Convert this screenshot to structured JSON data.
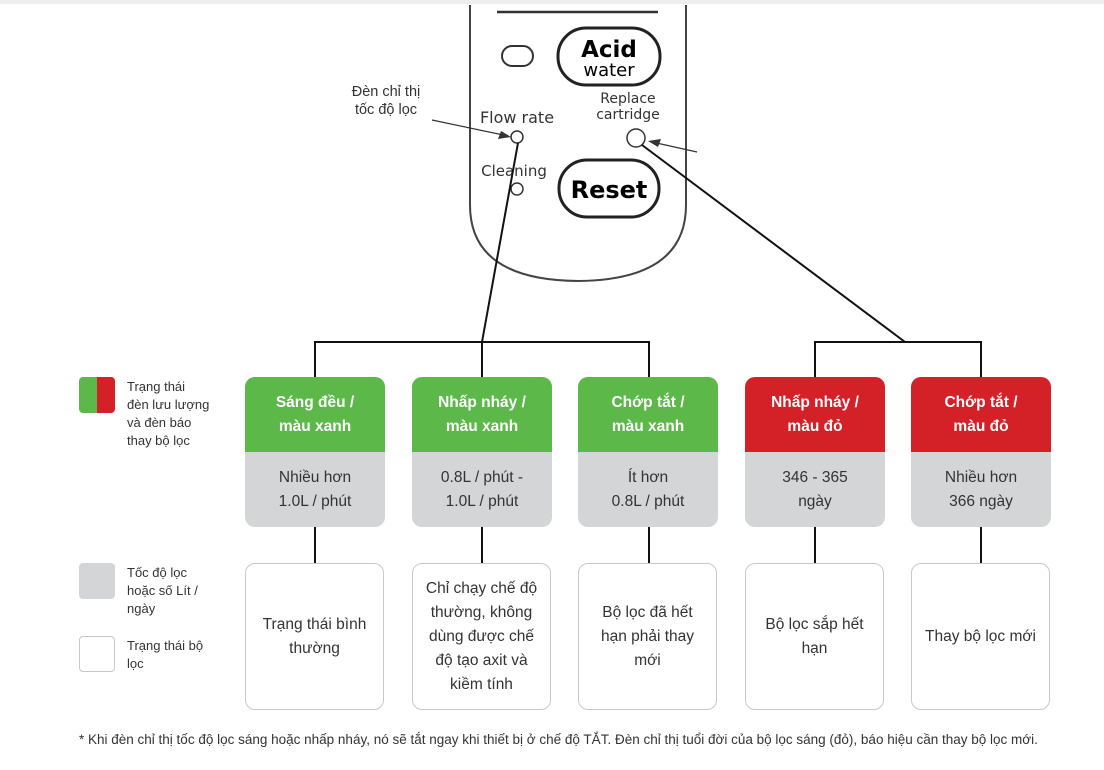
{
  "panel": {
    "acid_line1": "Acid",
    "acid_line2": "water",
    "flow_rate_label": "Flow rate",
    "replace_line1": "Replace",
    "replace_line2": "cartridge",
    "cleaning_label": "Cleaning",
    "reset_label": "Reset"
  },
  "callout": {
    "line1": "Đèn chỉ thị",
    "line2": "tốc độ lọc"
  },
  "legend": [
    {
      "line1": "Trạng thái",
      "line2": "đèn lưu lượng",
      "line3": "và đèn báo",
      "line4": "thay bộ lọc"
    },
    {
      "line1": "Tốc độ lọc",
      "line2": "hoặc số Lít /",
      "line3": "ngày"
    },
    {
      "line1": "Trạng thái bộ",
      "line2": "lọc"
    }
  ],
  "colors": {
    "green": "#5cb849",
    "red": "#d42027",
    "gray": "#d4d5d7"
  },
  "states": [
    {
      "head1": "Sáng đều /",
      "head2": "màu xanh",
      "color": "#5cb849",
      "body1": "Nhiều hơn",
      "body2": "1.0L / phút",
      "result": "Trạng thái bình thường"
    },
    {
      "head1": "Nhấp nháy /",
      "head2": "màu xanh",
      "color": "#5cb849",
      "body1": "0.8L / phút -",
      "body2": "1.0L / phút",
      "result": "Chỉ chạy chế độ thường, không dùng được chế độ tạo axit và kiềm tính"
    },
    {
      "head1": "Chớp tắt /",
      "head2": "màu xanh",
      "color": "#5cb849",
      "body1": "Ít hơn",
      "body2": "0.8L / phút",
      "result": "Bộ lọc đã hết hạn phải thay mới"
    },
    {
      "head1": "Nhấp nháy /",
      "head2": "màu đỏ",
      "color": "#d42027",
      "body1": "346 - 365",
      "body2": "ngày",
      "result": "Bộ lọc sắp hết hạn"
    },
    {
      "head1": "Chớp tắt /",
      "head2": "màu đỏ",
      "color": "#d42027",
      "body1": "Nhiều hơn",
      "body2": "366 ngày",
      "result": "Thay bộ lọc mới"
    }
  ],
  "footnote": "* Khi đèn chỉ thị tốc độ lọc sáng hoặc nhấp nháy, nó sẽ tắt ngay khi thiết bị ở chế độ TẮT. Đèn chỉ thị tuổi đời của bộ lọc sáng (đỏ), báo hiệu cần thay bộ lọc mới."
}
